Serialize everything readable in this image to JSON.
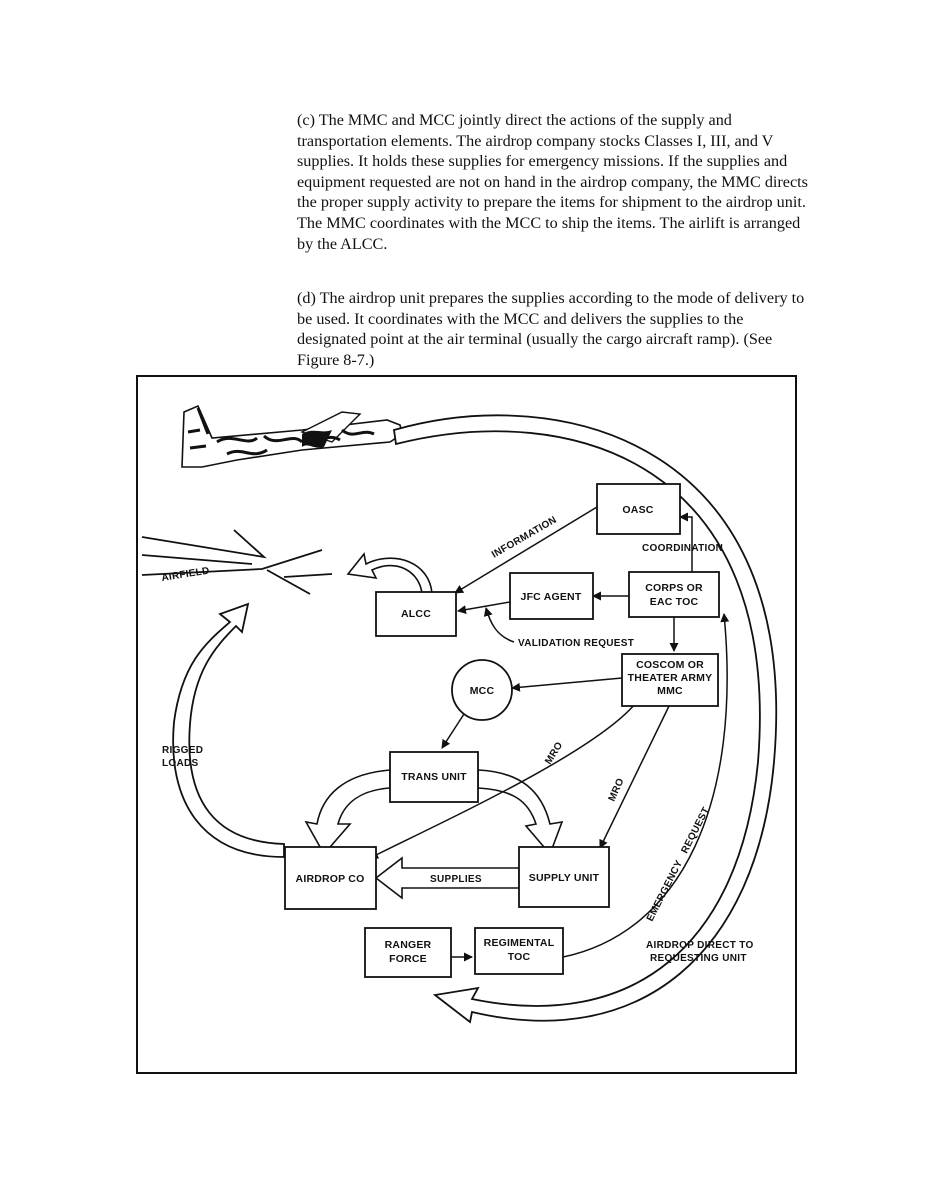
{
  "document": {
    "paragraphs": [
      "(c) The MMC and MCC jointly direct the actions of the supply and transportation elements. The airdrop company stocks Classes I, III, and V supplies. It holds these supplies for emergency missions. If the supplies and equipment requested are not on hand in the airdrop company, the MMC directs the proper supply activity to prepare the items for shipment to the airdrop unit. The MMC coordinates with the MCC to ship the items. The airlift is arranged by the ALCC.",
      "(d) The airdrop unit prepares the supplies according to the mode of delivery to be used. It coordinates with the MCC and delivers the supplies to the designated point at the air terminal (usually the cargo aircraft ramp). (See Figure 8-7.)"
    ]
  },
  "figure": {
    "boxes": {
      "oasc": [
        "OASC"
      ],
      "corps": [
        "CORPS OR",
        "EAC TOC"
      ],
      "jfc": [
        "JFC AGENT"
      ],
      "alcc": [
        "ALCC"
      ],
      "coscom": [
        "COSCOM OR",
        "THEATER ARMY",
        "MMC"
      ],
      "mcc": [
        "MCC"
      ],
      "trans": [
        "TRANS UNIT"
      ],
      "airdrop": [
        "AIRDROP CO"
      ],
      "supply": [
        "SUPPLY UNIT"
      ],
      "ranger": [
        "RANGER",
        "FORCE"
      ],
      "regimental": [
        "REGIMENTAL",
        "TOC"
      ]
    },
    "labels": {
      "information": "INFORMATION",
      "coordination": "COORDINATION",
      "validation_request": "VALIDATION REQUEST",
      "airfield": "AIRFIELD",
      "rigged_loads": [
        "RIGGED",
        "LOADS"
      ],
      "mro_left": "MRO",
      "mro_right": "MRO",
      "supplies": "SUPPLIES",
      "emergency_request": "EMERGENCY   REQUEST",
      "airdrop_direct": [
        "AIRDROP DIRECT TO",
        "REQUESTING UNIT"
      ]
    },
    "icons": {
      "aircraft": "cargo-aircraft-icon"
    }
  }
}
